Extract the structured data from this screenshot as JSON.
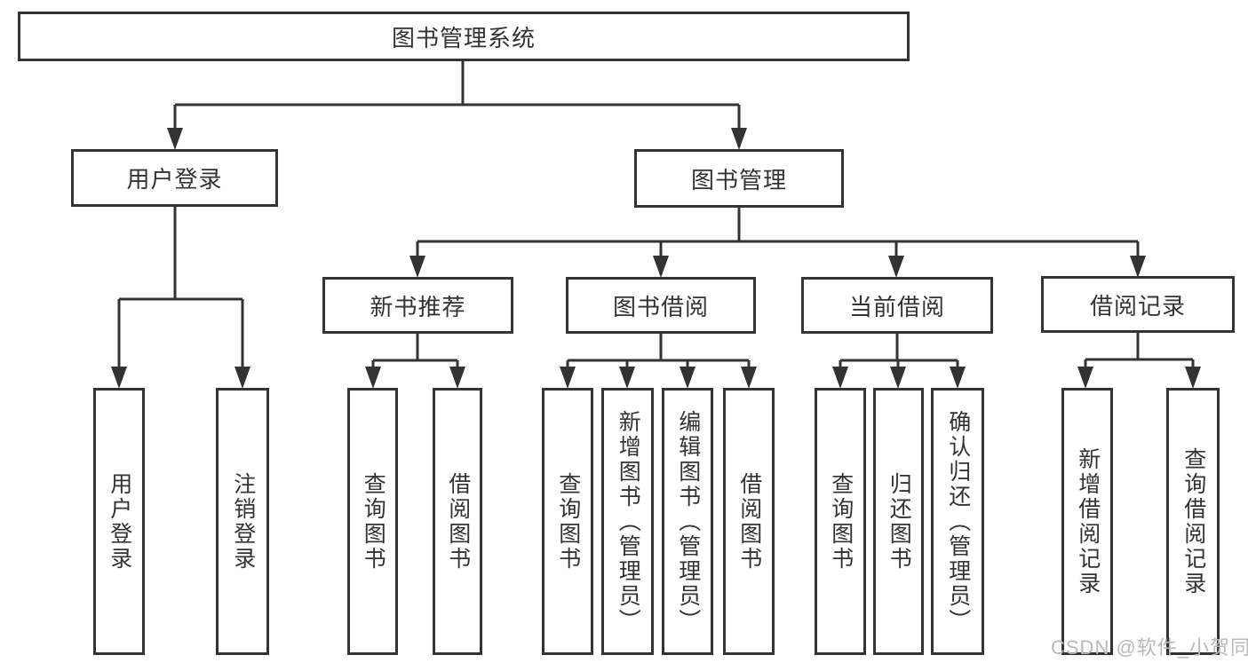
{
  "diagram": {
    "root": "图书管理系统",
    "branches": {
      "user": {
        "label": "用户登录",
        "children": [
          "用户登录",
          "注销登录"
        ]
      },
      "management": {
        "label": "图书管理",
        "sections": [
          {
            "label": "新书推荐",
            "children": [
              "查询图书",
              "借阅图书"
            ]
          },
          {
            "label": "图书借阅",
            "children": [
              "查询图书",
              "新增图书（管理员）",
              "编辑图书（管理员）",
              "借阅图书"
            ]
          },
          {
            "label": "当前借阅",
            "children": [
              "查询图书",
              "归还图书",
              "确认归还（管理员）"
            ]
          },
          {
            "label": "借阅记录",
            "children": [
              "新增借阅记录",
              "查询借阅记录"
            ]
          }
        ]
      }
    }
  },
  "watermark": "CSDN @软件_小贺同学",
  "colors": {
    "line": "#333333",
    "box_border": "#333333",
    "text": "#333333",
    "watermark_text": "#b9b9b9",
    "background": "#ffffff"
  }
}
